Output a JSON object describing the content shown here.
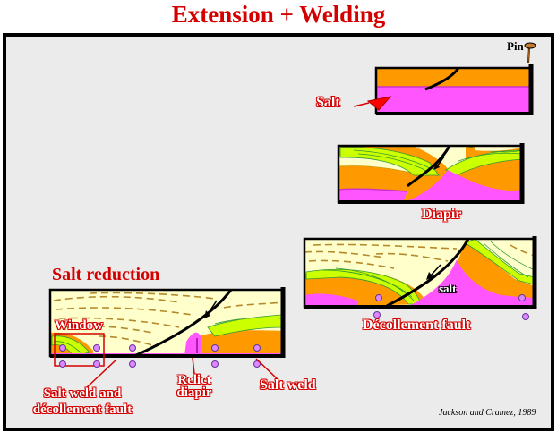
{
  "title": "Extension + Welding",
  "labels": {
    "pin": "Pin",
    "salt_left": "Salt",
    "diapir": "Diapir",
    "salt_inside": "salt",
    "decollement_fault": "Décollement fault",
    "salt_reduction": "Salt reduction",
    "window": "Window",
    "salt_weld_and": "Salt weld and",
    "decollement_fault_lower": "décollement fault",
    "relict": "Relict",
    "diapir_lower": "diapir",
    "salt_weld": "Salt weld"
  },
  "citation": "Jackson and Cramez, 1989",
  "colors": {
    "title_red": "#d40000",
    "orange": "#ff9900",
    "magenta": "#ff55ff",
    "cream": "#ffffcc",
    "lime": "#ccff00",
    "olive": "#b38a2d"
  }
}
